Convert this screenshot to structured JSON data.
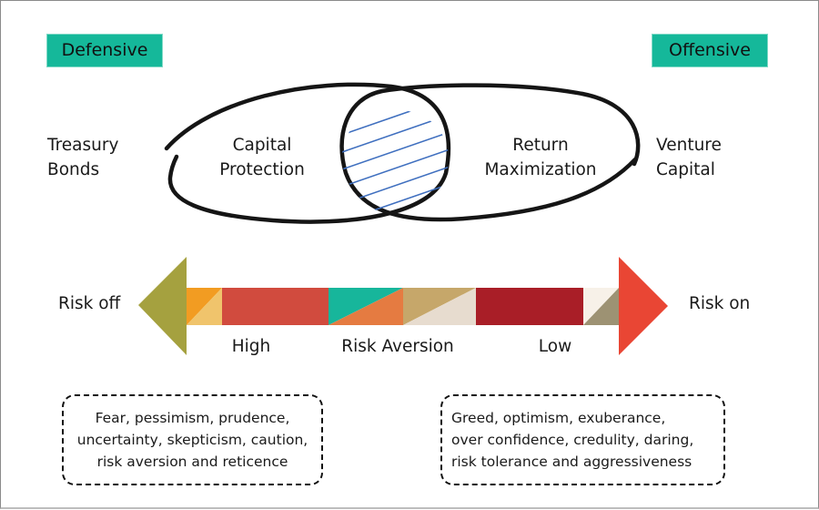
{
  "tags": {
    "left": "Defensive",
    "right": "Offensive"
  },
  "side_labels": {
    "left": [
      "Treasury",
      "Bonds"
    ],
    "right": [
      "Venture",
      "Capital"
    ]
  },
  "venn": {
    "left": [
      "Capital",
      "Protection"
    ],
    "right": [
      "Return",
      "Maximization"
    ],
    "overlap_hatch_color": "#3f6fbf"
  },
  "scale": {
    "left_end": "Risk off",
    "right_end": "Risk on",
    "labels": [
      "High",
      "Risk Aversion",
      "Low"
    ],
    "left_arrow_color": "#a5a13f",
    "right_arrow_color": "#e94634",
    "segments": [
      {
        "type": "split",
        "top": "#f29c22",
        "bottom": "#f0c46c"
      },
      {
        "type": "solid",
        "color": "#d14b3e"
      },
      {
        "type": "split",
        "top": "#17b69b",
        "bottom": "#e57b41"
      },
      {
        "type": "split",
        "top": "#c6a76a",
        "bottom": "#e7dccf"
      },
      {
        "type": "solid",
        "color": "#a91e27"
      },
      {
        "type": "split",
        "top": "#f7f1e8",
        "bottom": "#9d9273"
      }
    ]
  },
  "boxes": {
    "left": [
      "Fear, pessimism, prudence,",
      "uncertainty, skepticism, caution,",
      "risk aversion and reticence"
    ],
    "right": [
      "Greed, optimism, exuberance,",
      "over confidence, credulity, daring,",
      "risk tolerance and aggressiveness"
    ]
  }
}
